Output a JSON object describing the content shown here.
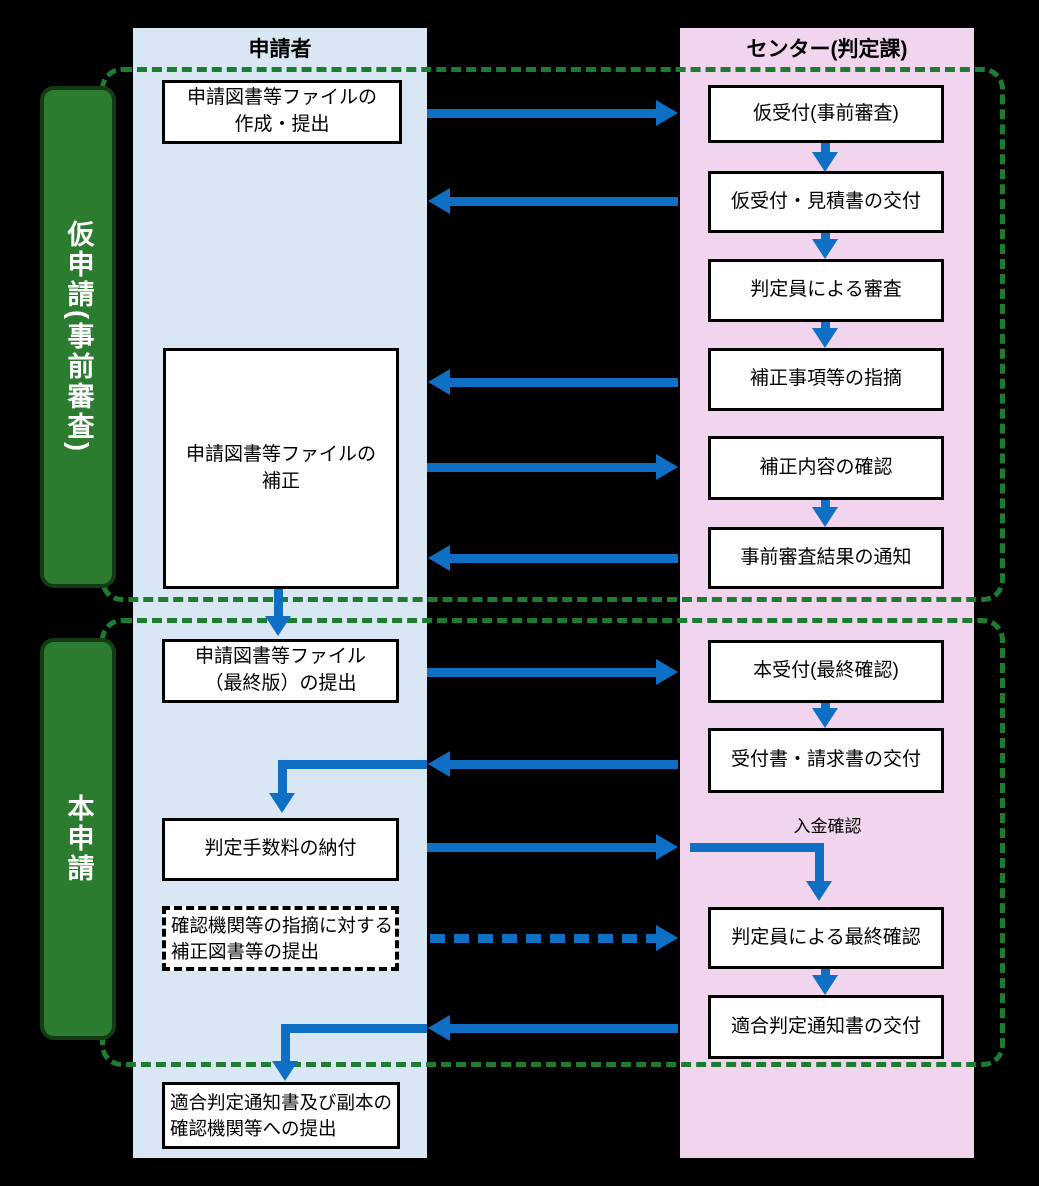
{
  "left_column": {
    "title": "申請者",
    "boxes": {
      "create_submit": [
        "申請図書等ファイルの",
        "作成・提出"
      ],
      "correction": [
        "申請図書等ファイルの",
        "補正"
      ],
      "final_submit": [
        "申請図書等ファイル",
        "（最終版）の提出"
      ],
      "fee_payment": [
        "判定手数料の納付"
      ],
      "correction_docs": [
        "確認機関等の指摘に対する",
        "補正図書等の提出"
      ],
      "notice_submit": [
        "適合判定通知書及び副本の",
        "確認機関等への提出"
      ]
    }
  },
  "right_column": {
    "title": "センター(判定課)",
    "boxes": {
      "temp_reception": [
        "仮受付(事前審査)"
      ],
      "estimate_issue": [
        "仮受付・見積書の交付"
      ],
      "examiner_review": [
        "判定員による審査"
      ],
      "correction_points": [
        "補正事項等の指摘"
      ],
      "correction_check": [
        "補正内容の確認"
      ],
      "pre_result_notice": [
        "事前審査結果の通知"
      ],
      "main_reception": [
        "本受付(最終確認)"
      ],
      "invoice_issue": [
        "受付書・請求書の交付"
      ],
      "final_check": [
        "判定員による最終確認"
      ],
      "notice_issue": [
        "適合判定通知書の交付"
      ]
    }
  },
  "phases": {
    "pre": "仮申請(事前審査)",
    "main": "本申請"
  },
  "annotations": {
    "payment_confirm": "入金確認"
  },
  "colors": {
    "arrow_blue": "#0e6fc4",
    "column_blue": "#d9e6f3",
    "column_pink": "#f1d5ee",
    "bar_green": "#2b7c2f",
    "bar_border": "#143c14",
    "dotted_green": "#1e7c31",
    "box_border": "#000000",
    "background": "#000000"
  }
}
